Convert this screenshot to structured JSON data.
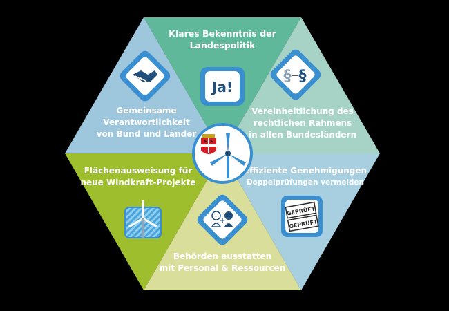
{
  "segments": {
    "top": {
      "lines": [
        "Klares Bekenntnis der",
        "Landespolitik"
      ],
      "icon": "ja-speech-icon",
      "icon_text": "Ja!",
      "color": "#5fb89a"
    },
    "upper_right": {
      "lines": [
        "Vereinheitlichung des",
        "rechtlichen Rahmens",
        "in allen Bundesländern"
      ],
      "icon": "paragraph-chain-icon",
      "color": "#a7d2c6"
    },
    "lower_right": {
      "lines": [
        "Effiziente Genehmigungen"
      ],
      "subline": "Doppelprüfungen vermeiden",
      "icon": "approved-stamp-icon",
      "stamp_text": [
        "GEPRÜFT",
        "GEPRÜFT"
      ],
      "color": "#a8cfe0"
    },
    "bottom": {
      "lines": [
        "Behörden ausstatten",
        "mit Personal & Ressourcen"
      ],
      "icon": "people-plus-icon",
      "color": "#d9df9a"
    },
    "lower_left": {
      "lines": [
        "Flächenausweisung für",
        "neue Windkraft-Projekte"
      ],
      "icon": "wind-turbine-map-icon",
      "color": "#9fbe2e"
    },
    "upper_left": {
      "lines": [
        "Gemeinsame",
        "Verantwortlichkeit",
        "von Bund und Länder"
      ],
      "icon": "handshake-icon",
      "color": "#9ec6dc"
    }
  },
  "center": {
    "icons": [
      "coat-of-arms-icon",
      "wind-turbine-icon"
    ]
  },
  "colors": {
    "background": "#000000",
    "text": "#ffffff",
    "icon_blue": "#3a8fd0",
    "icon_dark": "#1f4f7a"
  }
}
